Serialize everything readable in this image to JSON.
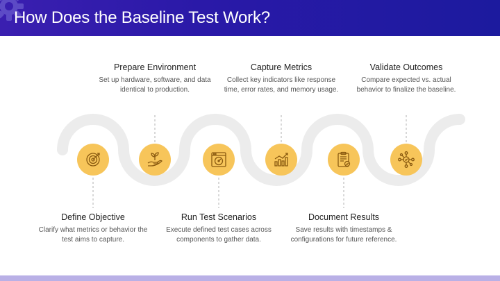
{
  "slide": {
    "title": "How Does the Baseline Test Work?"
  },
  "colors": {
    "header_start": "#3a1fb0",
    "header_end": "#1c1a9e",
    "node_fill": "#f7c55a",
    "node_stroke": "#8a5a10",
    "wave": "#ececec",
    "connector": "#bdbdbd",
    "bottom_bar": "#b9b0e6"
  },
  "steps": [
    {
      "title": "Define Objective",
      "description": "Clarify what metrics or behavior the test aims to capture.",
      "icon": "target-icon",
      "position": "below"
    },
    {
      "title": "Prepare Environment",
      "description": "Set up hardware, software, and data identical to production.",
      "icon": "plant-in-hand-icon",
      "position": "above"
    },
    {
      "title": "Run Test Scenarios",
      "description": "Execute defined test cases across components to gather data.",
      "icon": "gauge-window-icon",
      "position": "below"
    },
    {
      "title": "Capture Metrics",
      "description": "Collect key indicators like response time, error rates, and memory usage.",
      "icon": "bar-chart-icon",
      "position": "above"
    },
    {
      "title": "Document Results",
      "description": "Save results with timestamps & configurations for future reference.",
      "icon": "clipboard-check-icon",
      "position": "below"
    },
    {
      "title": "Validate Outcomes",
      "description": "Compare expected vs. actual behavior to finalize the baseline.",
      "icon": "network-check-icon",
      "position": "above"
    }
  ]
}
